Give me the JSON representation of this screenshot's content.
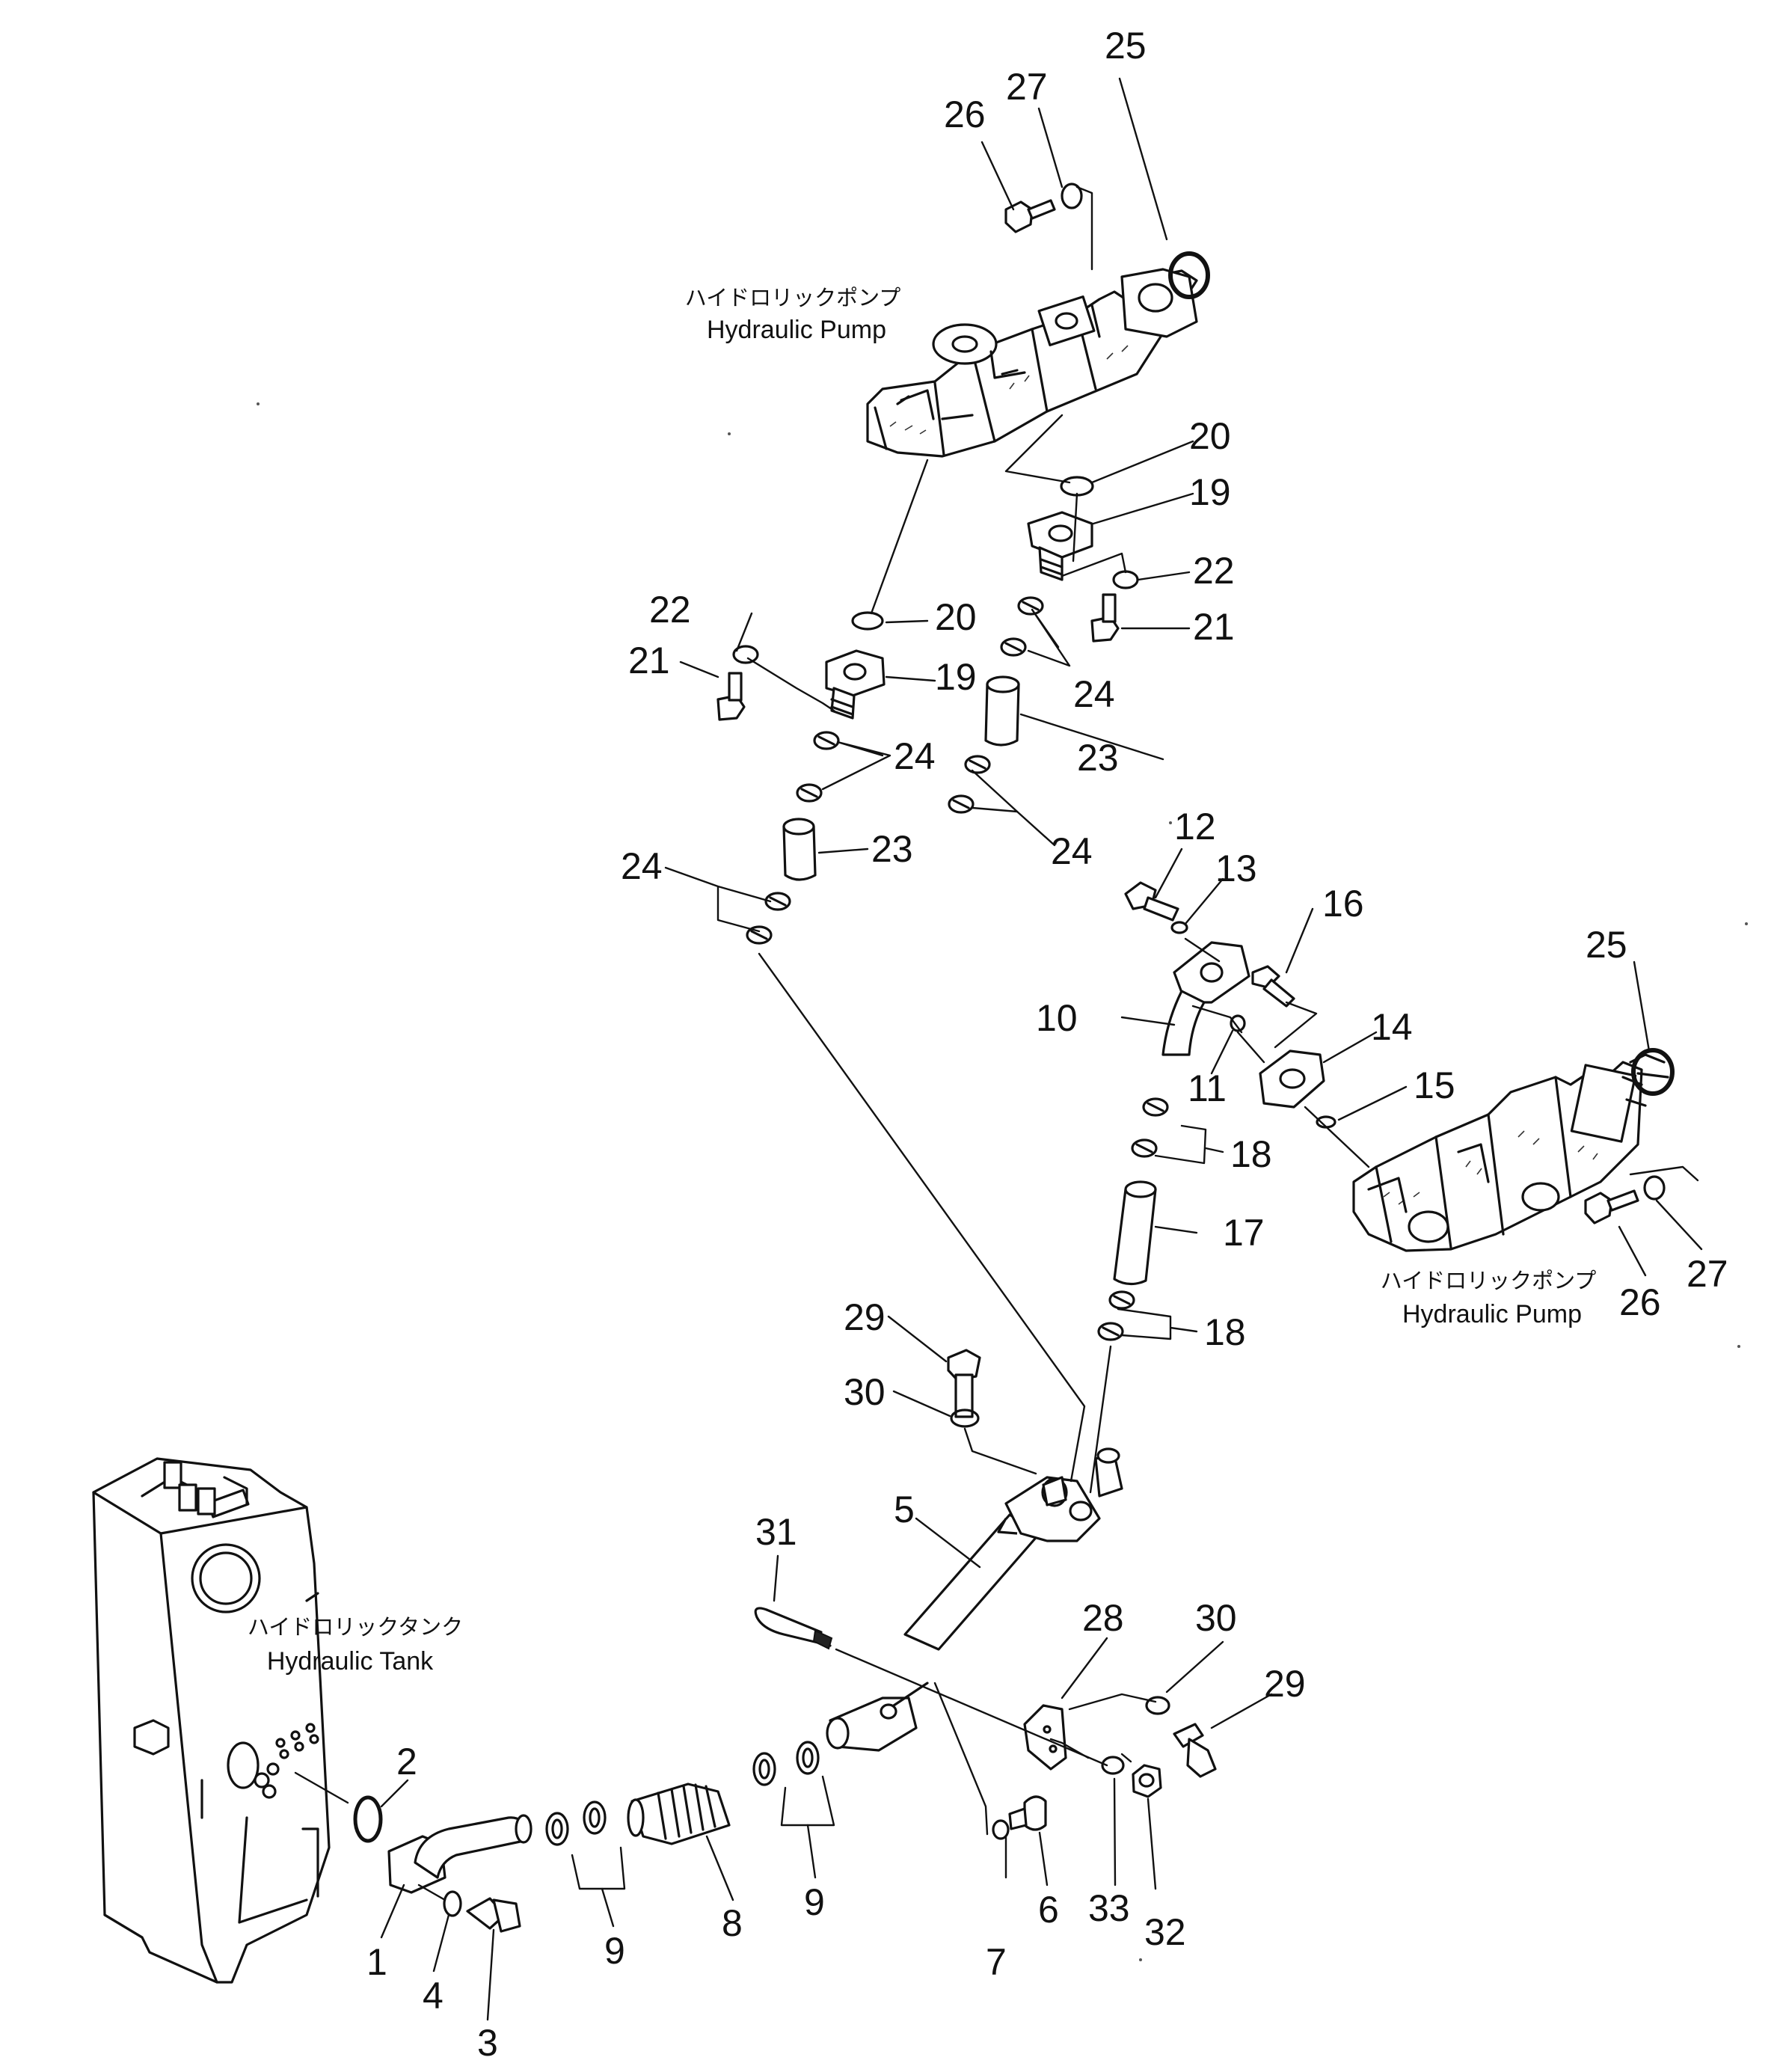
{
  "diagram": {
    "components": {
      "pump_top": {
        "label_jp": "ハイドロリックポンプ",
        "label_en": "Hydraulic Pump"
      },
      "pump_right": {
        "label_jp": "ハイドロリックポンプ",
        "label_en": "Hydraulic Pump"
      },
      "tank": {
        "label_jp": "ハイドロリックタンク",
        "label_en": "Hydraulic Tank"
      }
    },
    "callouts": {
      "c1": "1",
      "c2": "2",
      "c3": "3",
      "c4": "4",
      "c5": "5",
      "c6": "6",
      "c7": "7",
      "c8": "8",
      "c9a": "9",
      "c9b": "9",
      "c10": "10",
      "c11": "11",
      "c12": "12",
      "c13": "13",
      "c14": "14",
      "c15": "15",
      "c16": "16",
      "c17": "17",
      "c18a": "18",
      "c18b": "18",
      "c19a": "19",
      "c19b": "19",
      "c20a": "20",
      "c20b": "20",
      "c21a": "21",
      "c21b": "21",
      "c22a": "22",
      "c22b": "22",
      "c23a": "23",
      "c23b": "23",
      "c24a": "24",
      "c24b": "24",
      "c24c": "24",
      "c24d": "24",
      "c25a": "25",
      "c25b": "25",
      "c26a": "26",
      "c26b": "26",
      "c27a": "27",
      "c27b": "27",
      "c28": "28",
      "c29a": "29",
      "c29b": "29",
      "c30a": "30",
      "c30b": "30",
      "c31": "31",
      "c32": "32",
      "c33": "33"
    }
  }
}
